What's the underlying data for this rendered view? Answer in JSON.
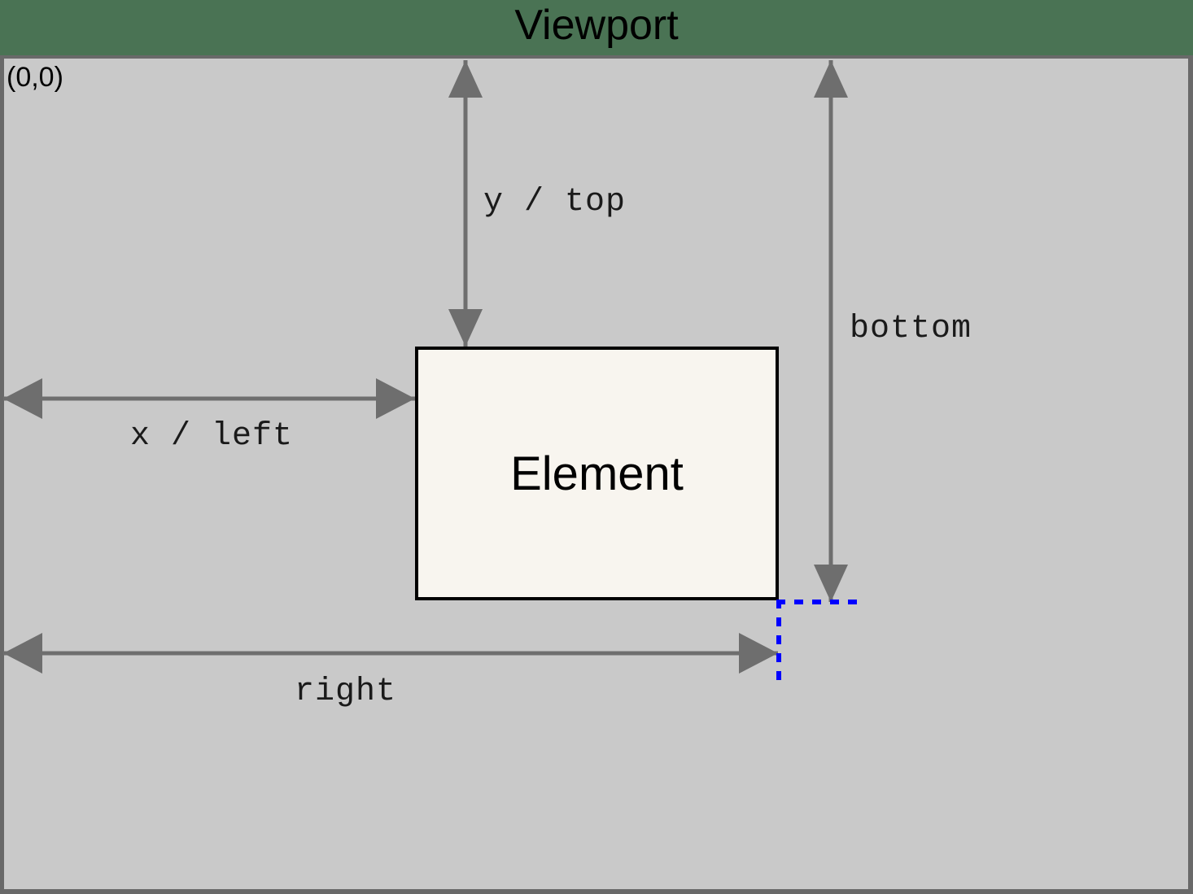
{
  "viewport": {
    "title": "Viewport",
    "origin_label": "(0,0)",
    "band_color": "#4a7354",
    "canvas_color": "#c9c9c9",
    "border_color": "#696969"
  },
  "element": {
    "label": "Element",
    "fill_color": "#f8f5ef",
    "border_color": "#000000"
  },
  "measurements": [
    {
      "name": "y-top",
      "label": "y / top"
    },
    {
      "name": "bottom",
      "label": "bottom"
    },
    {
      "name": "x-left",
      "label": "x / left"
    },
    {
      "name": "right",
      "label": "right"
    }
  ],
  "labels": {
    "y_top": "y / top",
    "bottom": "bottom",
    "x_left": "x / left",
    "right": "right"
  },
  "colors": {
    "arrow": "#6e6e6e",
    "guide_dashed": "#0000ff",
    "element_fill": "#f8f5ef",
    "header_green": "#4a7354",
    "canvas_gray": "#c9c9c9",
    "frame_gray": "#696969"
  }
}
